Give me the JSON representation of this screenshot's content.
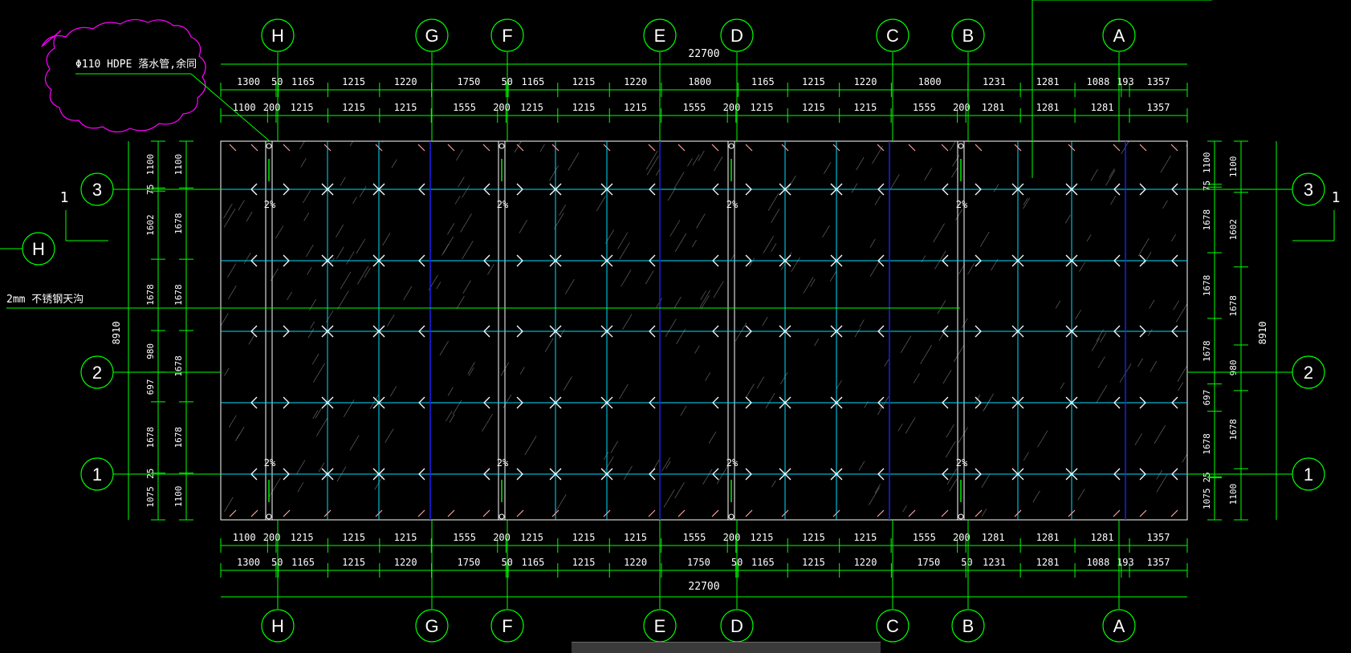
{
  "drawing": {
    "overall_width_label": "22700",
    "overall_height_label": "8910",
    "column_axes": [
      "H",
      "G",
      "F",
      "E",
      "D",
      "C",
      "B",
      "A"
    ],
    "row_axes": [
      "3",
      "2",
      "1"
    ],
    "side_axis_bubble": "H",
    "section_mark": "1",
    "slope_label": "2%",
    "annotation_pipe": "Φ110 HDPE  落水管,余同",
    "annotation_gutter": "2mm  不锈钢天沟",
    "dims_top_outer": [
      "1300",
      "50",
      "1165",
      "1215",
      "1220",
      "1750",
      "50",
      "1165",
      "1215",
      "1220",
      "1800",
      "1165",
      "1215",
      "1220",
      "1800",
      "1231",
      "1281",
      "1088",
      "193",
      "1357"
    ],
    "dims_top_inner": [
      "1100",
      "200",
      "1215",
      "1215",
      "1215",
      "1555",
      "200",
      "1215",
      "1215",
      "1215",
      "1555",
      "200",
      "1215",
      "1215",
      "1215",
      "1555",
      "200",
      "1281",
      "1281",
      "1281",
      "1357"
    ],
    "dims_bottom_inner": [
      "1100",
      "200",
      "1215",
      "1215",
      "1215",
      "1555",
      "200",
      "1215",
      "1215",
      "1215",
      "1555",
      "200",
      "1215",
      "1215",
      "1215",
      "1555",
      "200",
      "1281",
      "1281",
      "1281",
      "1357"
    ],
    "dims_bottom_outer": [
      "1300",
      "50",
      "1165",
      "1215",
      "1220",
      "1750",
      "50",
      "1165",
      "1215",
      "1220",
      "1750",
      "50",
      "1165",
      "1215",
      "1220",
      "1750",
      "50",
      "1231",
      "1281",
      "1088",
      "193",
      "1357"
    ],
    "dims_left_outer": [
      "1100",
      "75",
      "1602",
      "1678",
      "980",
      "697",
      "1678",
      "25",
      "1075"
    ],
    "dims_left_inner": [
      "1100",
      "1678",
      "1678",
      "1678",
      "1678",
      "1100"
    ],
    "dims_right_inner": [
      "1100",
      "75",
      "1678",
      "1678",
      "1678",
      "697",
      "1678",
      "25",
      "1075"
    ],
    "dims_right_outer": [
      "1100",
      "1602",
      "1678",
      "980",
      "1678",
      "1100"
    ],
    "colors": {
      "background": "#000000",
      "dimension": "#00ff00",
      "axis_bubble": "#00ff00",
      "cloud": "#ff00ff",
      "roof_outline": "#ffffff",
      "purlin": "#00e0ff",
      "main_beam": "#2020ff",
      "hatch": "#909090",
      "bracket": "#ffffff"
    }
  }
}
